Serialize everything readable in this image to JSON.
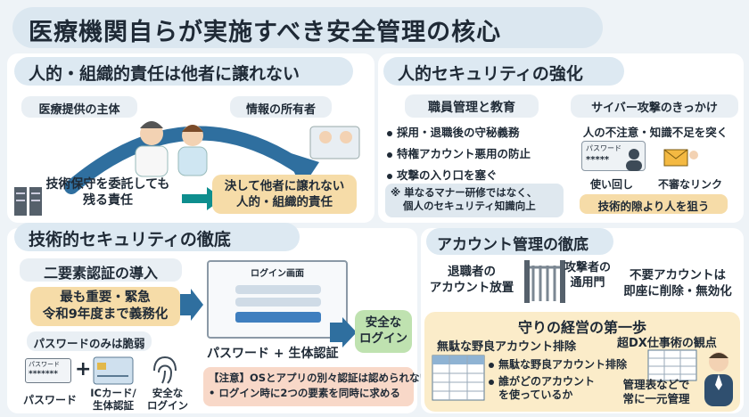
{
  "title": "医療機関自らが実施すべき安全管理の核心",
  "left_top": {
    "header": "人的・組織的責任は他者に譲れない",
    "tag_provider": "医療提供の主体",
    "tag_owner": "情報の所有者",
    "remaining_line1": "技術保守を委託しても",
    "remaining_line2": "残る責任",
    "never_line1": "決して他者に譲れない",
    "never_line2": "人的・組織的責任"
  },
  "right_top": {
    "header": "人的セキュリティの強化",
    "staff_header": "職員管理と教育",
    "bullets": [
      "採用・退職後の守秘義務",
      "特権アカウント悪用の防止",
      "攻撃の入り口を塞ぐ"
    ],
    "note_line1": "※ 単なるマナー研修ではなく、",
    "note_line2": "個人のセキュリティ知識向上",
    "cyber_header": "サイバー攻撃のきっかけ",
    "cyber_sub": "人の不注意・知識不足を突く",
    "password_label": "パスワード",
    "password_mask": "*****",
    "reuse": "使い回し",
    "suspicious_link": "不審なリンク",
    "target_people": "技術的隙より人を狙う"
  },
  "left_bottom": {
    "header": "技術的セキュリティの徹底",
    "mfa_header": "二要素認証の導入",
    "priority_line1": "最も重要・緊急",
    "priority_line2": "令和9年度まで義務化",
    "weak": "パスワードのみは脆弱",
    "icon_password_label": "パスワード",
    "icon_password_mask": "*******",
    "plus": "+",
    "cap_password": "パスワード",
    "cap_ic_line1": "ICカード/",
    "cap_ic_line2": "生体認証",
    "cap_safe_line1": "安全な",
    "cap_safe_line2": "ログイン",
    "login_screen": "ログイン画面",
    "combo": "パスワード + 生体認証",
    "safe_login_line1": "安全な",
    "safe_login_line2": "ログイン",
    "warn_line1": "【注意】OSとアプリの別々認証は認められない",
    "warn_line2": "• ログイン時に2つの要素を同時に求める"
  },
  "right_bottom": {
    "header": "アカウント管理の徹底",
    "retired_line1": "退職者の",
    "retired_line2": "アカウント放置",
    "attacker_line1": "攻撃者の",
    "attacker_line2": "通用門",
    "unneeded_line1": "不要アカウントは",
    "unneeded_line2": "即座に削除・無効化",
    "defense_header": "守りの経営の第一歩",
    "stray_header": "無駄な野良アカウント排除",
    "dx_header": "超DX仕事術の観点",
    "bullet1": "無駄な野良アカウント排除",
    "bullet2_line1": "誰がどのアカウント",
    "bullet2_line2": "を使っているか",
    "central_line1": "管理表などで",
    "central_line2": "常に一元管理"
  },
  "colors": {
    "accent_blue": "#2f6f9f",
    "arrow_teal": "#0e8e8e",
    "orange": "#f6dca8",
    "green": "#bfe2b0"
  }
}
